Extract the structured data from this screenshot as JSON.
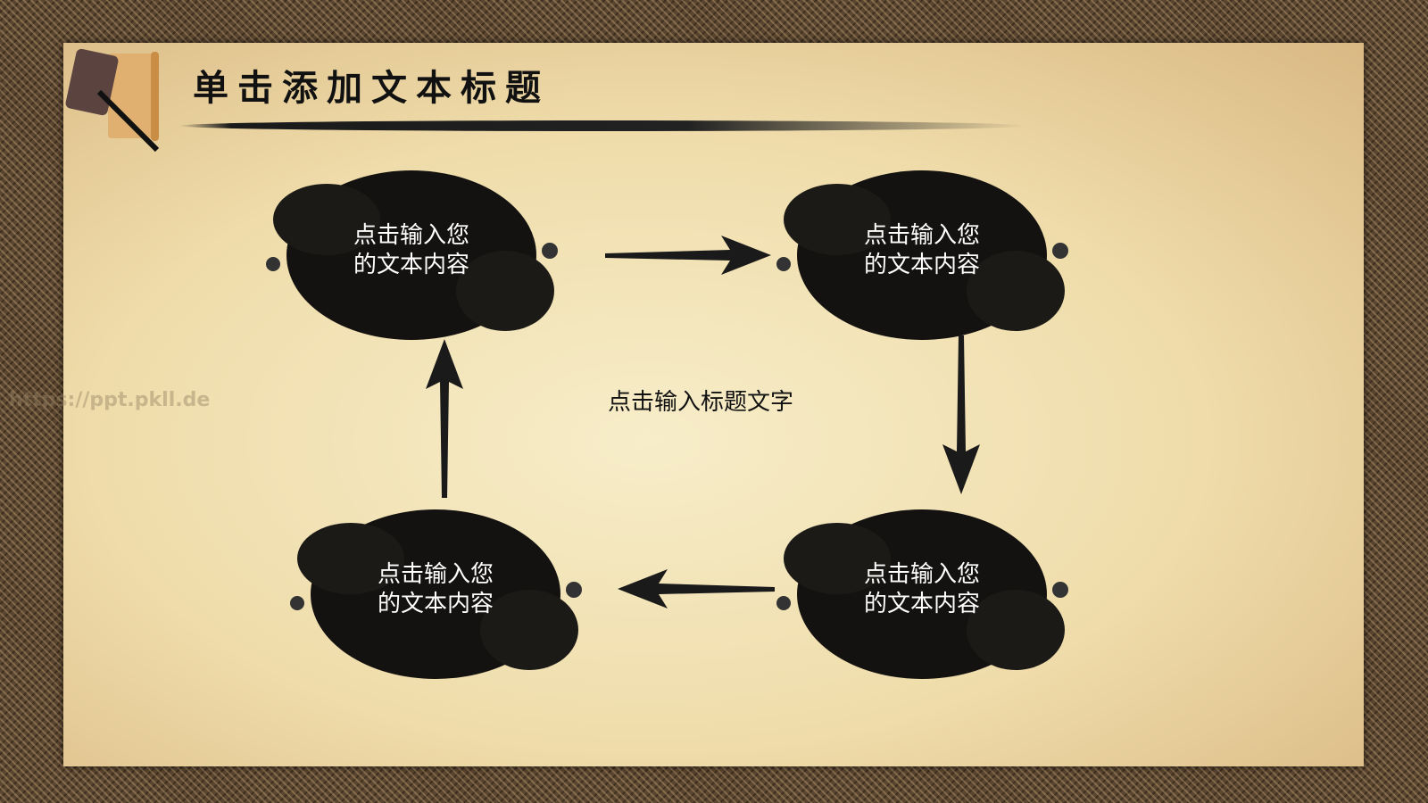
{
  "title": "单击添加文本标题",
  "center_title": "点击输入标题文字",
  "boxes": [
    {
      "line1": "点击输入您",
      "line2": "的文本内容"
    },
    {
      "line1": "点击输入您",
      "line2": "的文本内容"
    },
    {
      "line1": "点击输入您",
      "line2": "的文本内容"
    },
    {
      "line1": "点击输入您",
      "line2": "的文本内容"
    }
  ],
  "watermark": "https://ppt.pkll.de",
  "colors": {
    "ink": "#111111",
    "paper": "#f2e3b8",
    "frame": "#5a4530"
  }
}
